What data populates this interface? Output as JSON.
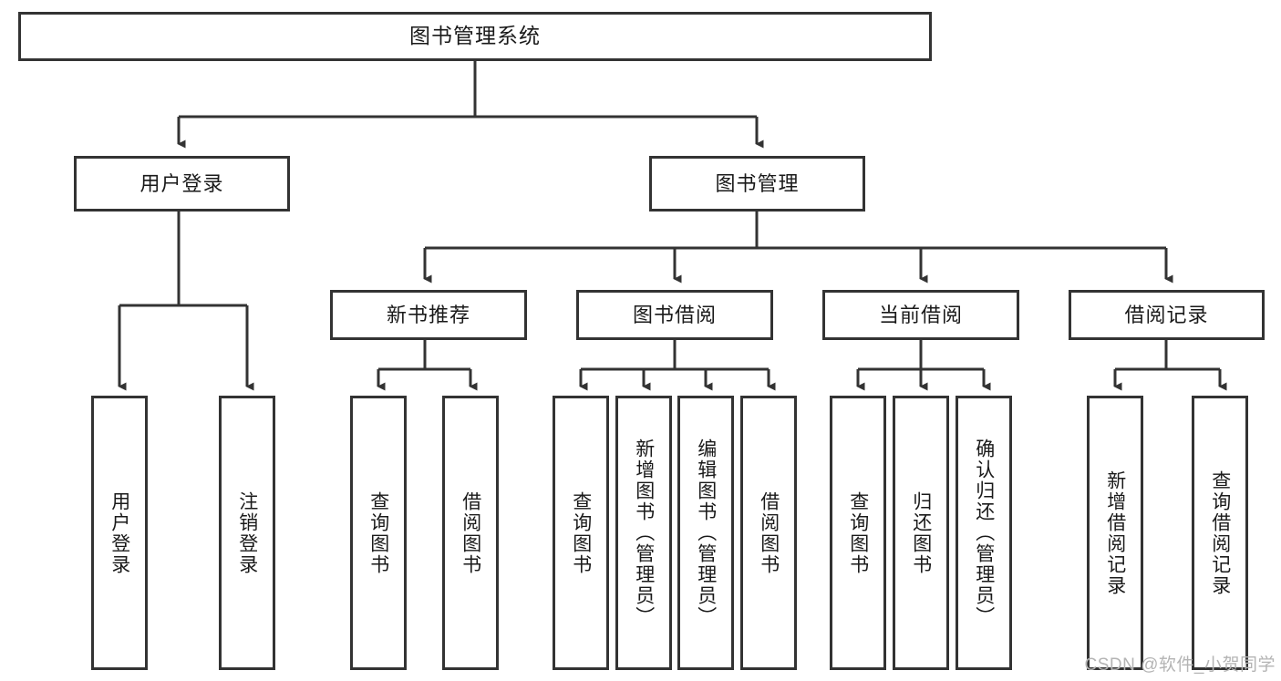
{
  "diagram": {
    "title": "图书管理系统",
    "type": "tree-hierarchy-chart",
    "colors": {
      "box_border": "#333333",
      "box_fill": "#ffffff",
      "connector": "#333333",
      "text": "#1a1a1a",
      "watermark": "#b4b4b4",
      "background": "#ffffff"
    }
  },
  "nodes": {
    "root": {
      "label": "图书管理系统"
    },
    "level2": [
      {
        "id": "user-login",
        "label": "用户登录"
      },
      {
        "id": "book-manage",
        "label": "图书管理"
      }
    ],
    "level3": [
      {
        "id": "new-book-recommend",
        "label": "新书推荐"
      },
      {
        "id": "book-borrow",
        "label": "图书借阅"
      },
      {
        "id": "current-borrow",
        "label": "当前借阅"
      },
      {
        "id": "borrow-record",
        "label": "借阅记录"
      }
    ],
    "leaves": {
      "user-login": [
        {
          "id": "leaf-user-login",
          "label": "用户登录"
        },
        {
          "id": "leaf-user-logout",
          "label": "注销登录"
        }
      ],
      "new-book-recommend": [
        {
          "id": "leaf-query-book-1",
          "label": "查询图书"
        },
        {
          "id": "leaf-borrow-book-1",
          "label": "借阅图书"
        }
      ],
      "book-borrow": [
        {
          "id": "leaf-query-book-2",
          "label": "查询图书"
        },
        {
          "id": "leaf-add-book",
          "label": "新增图书（管理员）"
        },
        {
          "id": "leaf-edit-book",
          "label": "编辑图书（管理员）"
        },
        {
          "id": "leaf-borrow-book-2",
          "label": "借阅图书"
        }
      ],
      "current-borrow": [
        {
          "id": "leaf-query-book-3",
          "label": "查询图书"
        },
        {
          "id": "leaf-return-book",
          "label": "归还图书"
        },
        {
          "id": "leaf-confirm-return",
          "label": "确认归还（管理员）"
        }
      ],
      "borrow-record": [
        {
          "id": "leaf-add-record",
          "label": "新增借阅记录"
        },
        {
          "id": "leaf-query-record",
          "label": "查询借阅记录"
        }
      ]
    }
  },
  "watermark": {
    "text": "CSDN @软件_小贺同学"
  }
}
